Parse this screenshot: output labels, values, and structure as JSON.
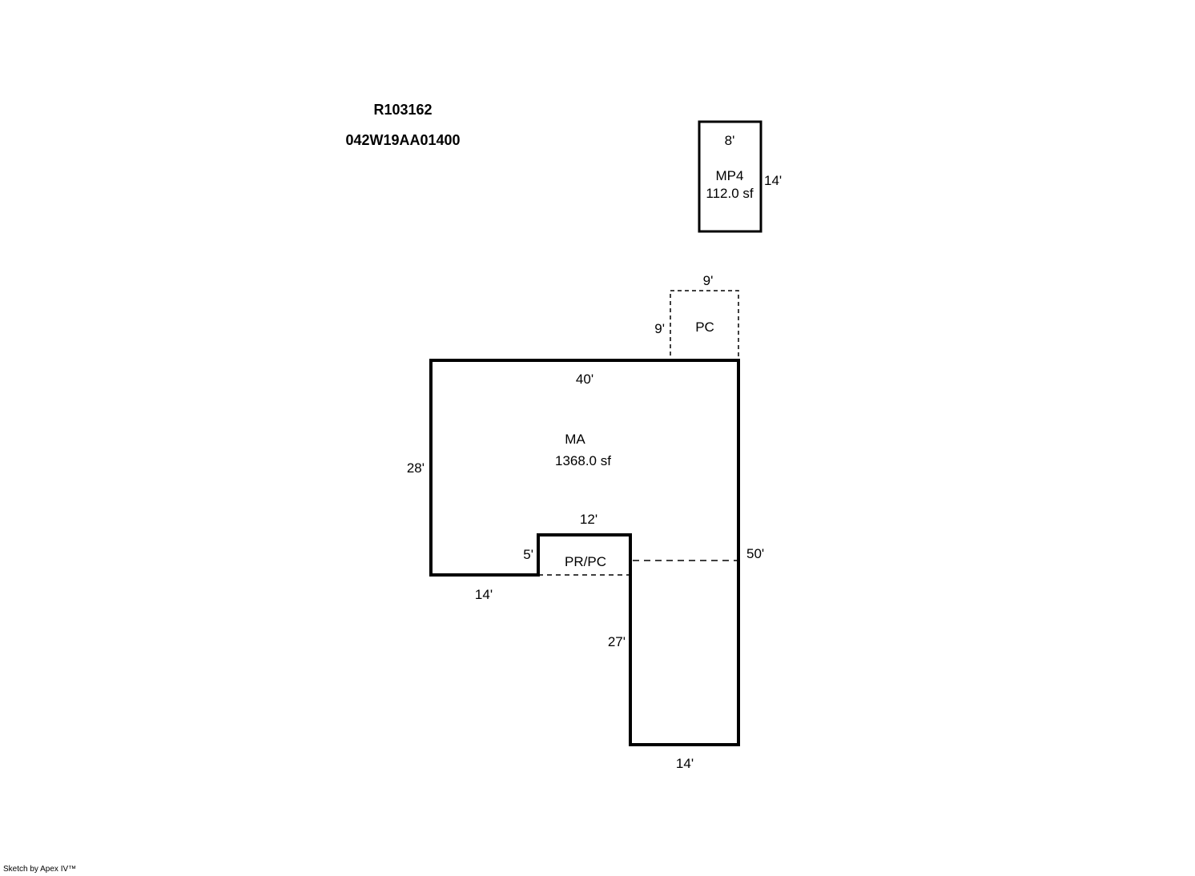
{
  "header": {
    "parcel_id": "R103162",
    "map_taxlot": "042W19AA01400"
  },
  "style": {
    "line_color": "#000000",
    "background": "#ffffff"
  },
  "shapes": {
    "mp4": {
      "code": "MP4",
      "area": "112.0 sf",
      "dim_top": "8'",
      "dim_right": "14'"
    },
    "pc": {
      "code": "PC",
      "dim_top": "9'",
      "dim_left": "9'"
    },
    "ma": {
      "code": "MA",
      "area": "1368.0 sf",
      "dim_top": "40'",
      "dim_left": "28'",
      "dim_right": "50'",
      "dim_bottom": "14'",
      "dim_bottom_left": "14'",
      "dim_inner_vertical": "27'"
    },
    "prpc": {
      "code": "PR/PC",
      "dim_top": "12'",
      "dim_left": "5'"
    }
  },
  "footer": {
    "credit": "Sketch by Apex IV™"
  }
}
